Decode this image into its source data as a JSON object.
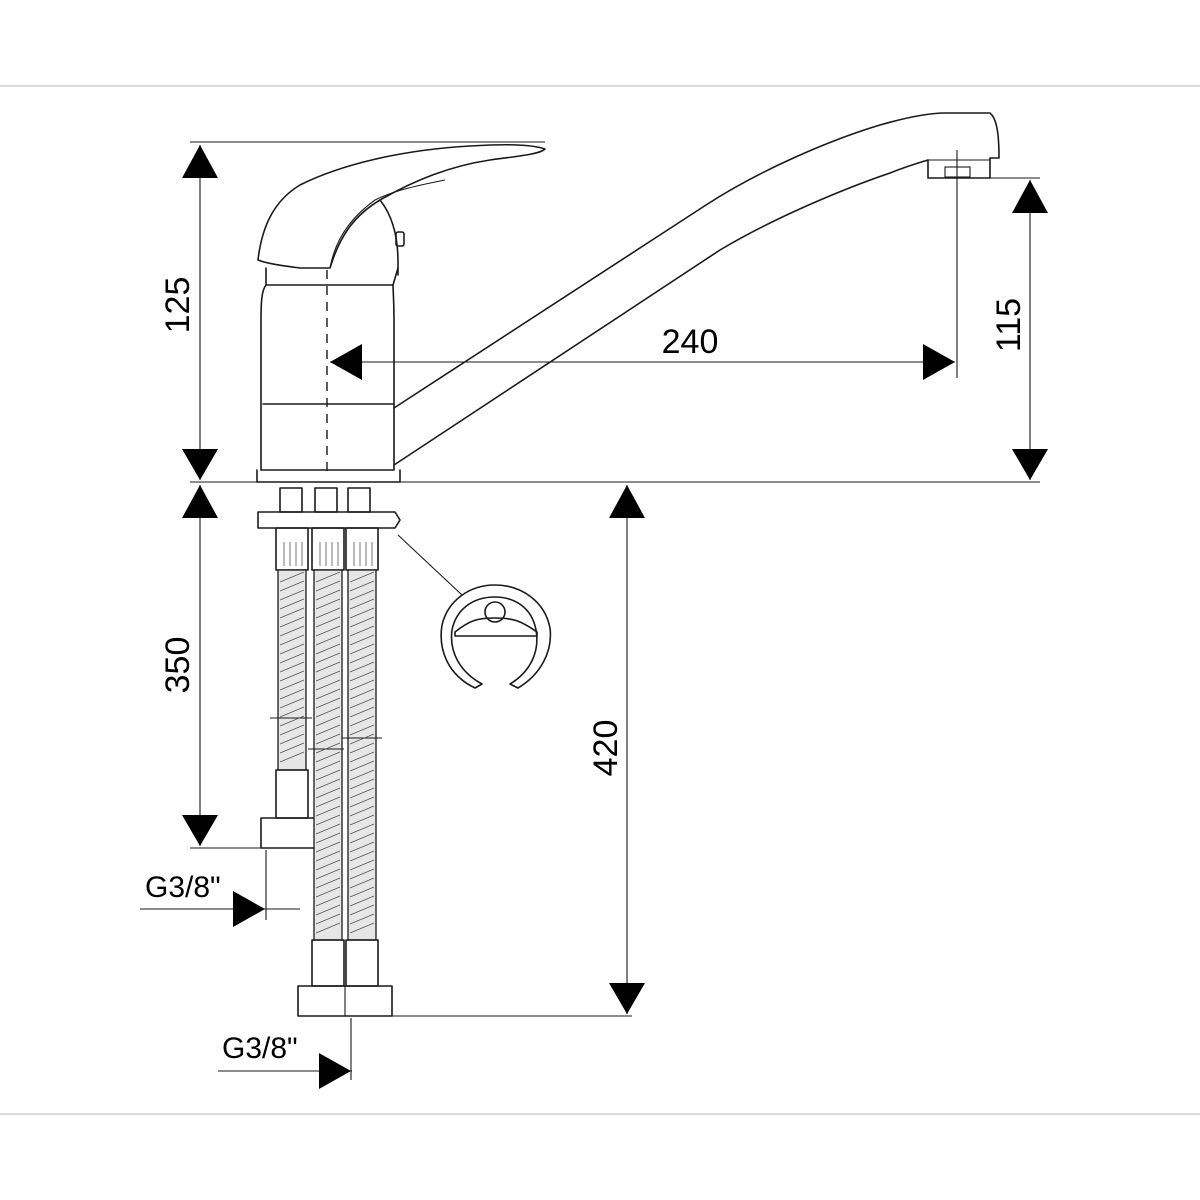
{
  "drawing": {
    "type": "technical-dimension-drawing",
    "units": "mm",
    "dimensions": {
      "body_height": "125",
      "spout_reach": "240",
      "spout_height": "115",
      "hose_length": "350",
      "hose_total_length": "420",
      "thread_left": "G3/8\"",
      "thread_bottom": "G3/8\""
    }
  },
  "colors": {
    "line": "#1a1a1a",
    "frame": "#cfcfcf",
    "background": "#ffffff"
  }
}
